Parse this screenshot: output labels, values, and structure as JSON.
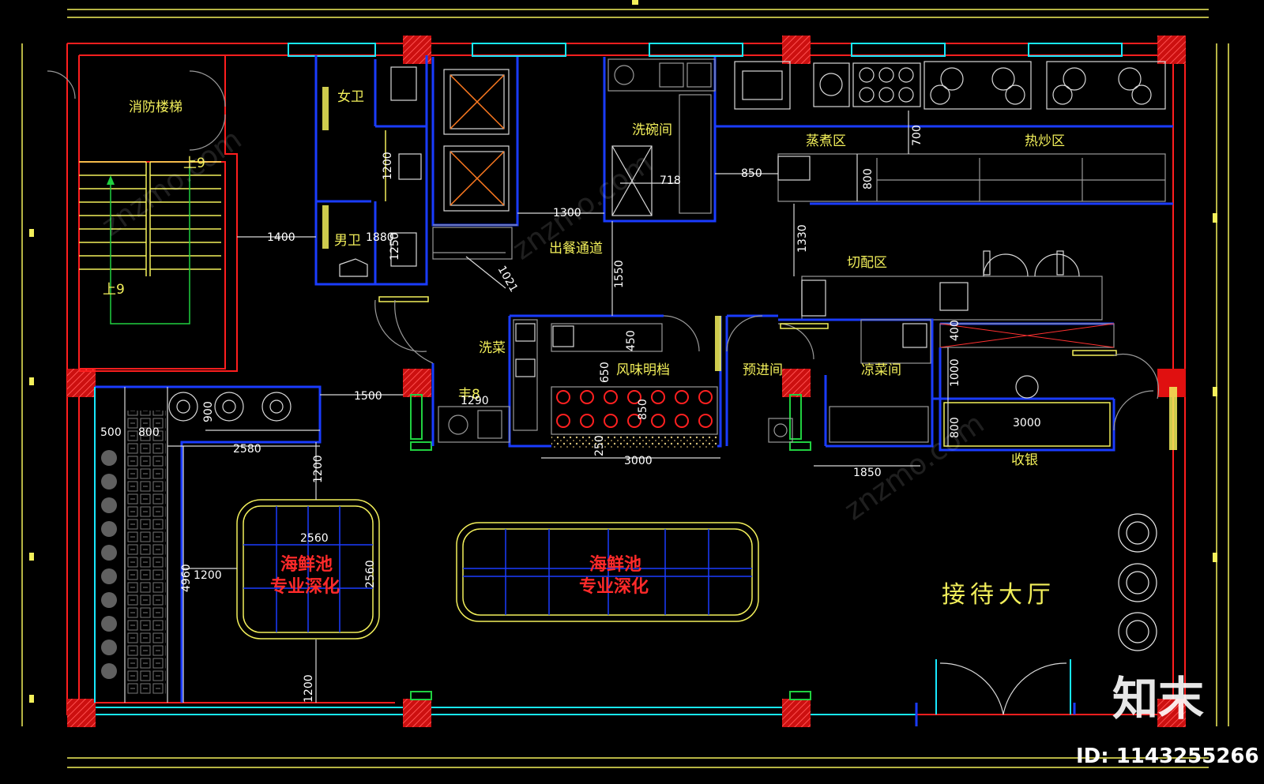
{
  "rooms": {
    "fire_stair": "消防楼梯",
    "stair_up_1": "上9",
    "stair_up_2": "上9",
    "womens_wc": "女卫",
    "mens_wc": "男卫",
    "dishwash": "洗碗间",
    "steam_boil": "蒸煮区",
    "stir_fry": "热炒区",
    "serving_aisle": "出餐通道",
    "cutting": "切配区",
    "veg_wash": "洗菜",
    "flavor_stall": "风味明档",
    "pre_entry": "预进间",
    "cold_dish": "凉菜间",
    "cashier": "收银",
    "reception_hall": "接待大厅",
    "seafood_pool_1": "海鲜池",
    "seafood_pool_1_note": "专业深化",
    "seafood_pool_2": "海鲜池",
    "seafood_pool_2_note": "专业深化",
    "small_label": "丰8"
  },
  "dimensions": {
    "d1400": "1400",
    "d1880": "1880",
    "d1200a": "1200",
    "d1250": "1250",
    "d1300": "1300",
    "d718": "718",
    "d850a": "850",
    "d700": "700",
    "d800a": "800",
    "d1330": "1330",
    "d1550": "1550",
    "d1021": "1021",
    "d450": "450",
    "d650": "650",
    "d850b": "850",
    "d250": "250",
    "d3000a": "3000",
    "d1500": "1500",
    "d1290": "1290",
    "d500": "500",
    "d800b": "800",
    "d900": "900",
    "d2580": "2580",
    "d1200b": "1200",
    "d2560a": "2560",
    "d2560b": "2560",
    "d4960": "4960",
    "d1200c": "1200",
    "d1200d": "1200",
    "d400": "400",
    "d1000": "1000",
    "d800c": "800",
    "d3000b": "3000",
    "d1850": "1850"
  },
  "watermark": {
    "brand": "知末",
    "id": "ID: 1143255266",
    "site": "znzmo.com"
  },
  "colors": {
    "background": "#000000",
    "wall_outer": "#ff1e1e",
    "wall_inner": "#1a3cff",
    "glass": "#18e8ff",
    "text": "#f2ef5a",
    "column": "#cc1010",
    "pool_text": "#ff2a2a"
  }
}
